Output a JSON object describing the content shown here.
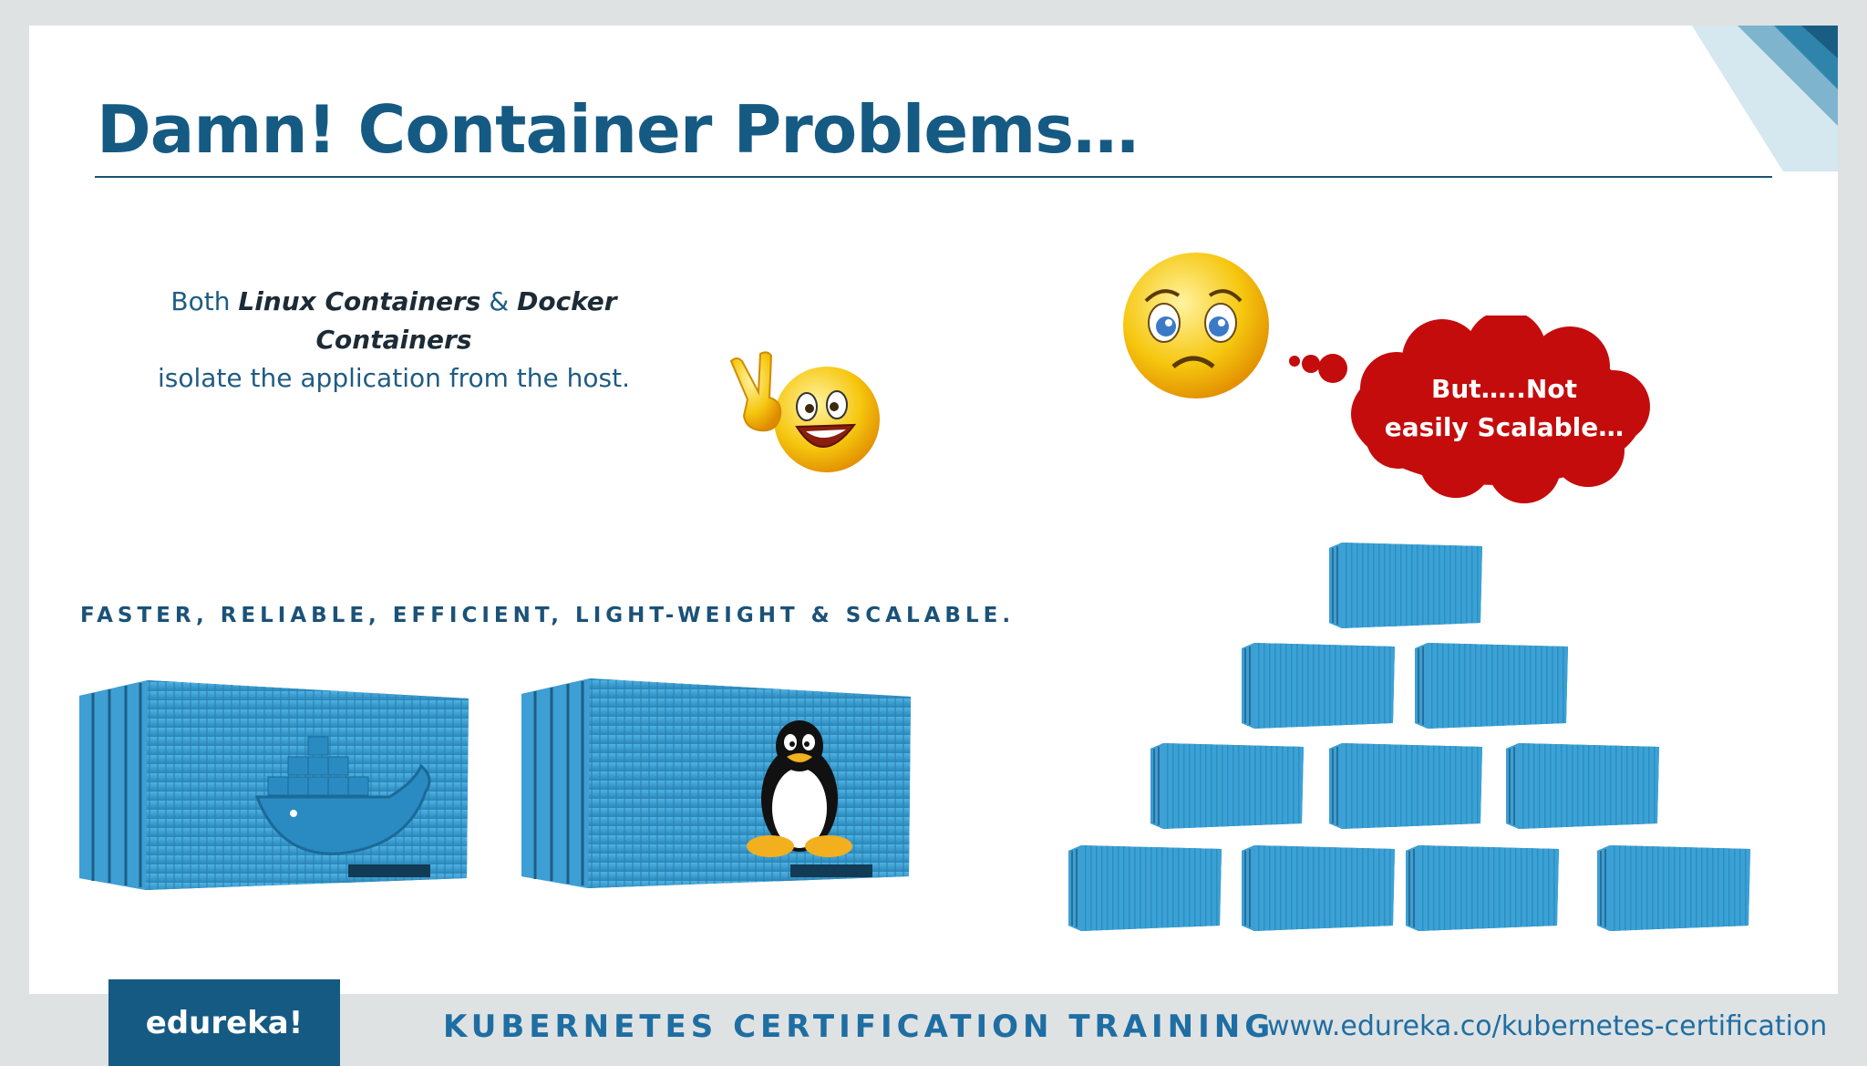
{
  "slide": {
    "title": "Damn!  Container Problems…",
    "intro": {
      "prefix": "Both ",
      "term1": "Linux Containers",
      "joiner": " & ",
      "term2": "Docker Containers",
      "line2": "isolate the application from the host."
    },
    "tagline": "FASTER, RELIABLE, EFFICIENT, LIGHT-WEIGHT & SCALABLE.",
    "thought_bubble": {
      "line1": "But…..Not",
      "line2": "easily Scalable…"
    },
    "container_pyramid_rows": [
      1,
      2,
      3,
      4
    ],
    "icons": [
      "smiley-peace-icon",
      "worried-smiley-icon",
      "docker-whale-icon",
      "linux-penguin-icon"
    ]
  },
  "footer": {
    "logo": "edureka!",
    "course": "KUBERNETES CERTIFICATION TRAINING",
    "url": "www.edureka.co/kubernetes-certification"
  },
  "colors": {
    "title_blue": "#155a83",
    "container_blue": "#3aa2d6",
    "thought_red": "#c40c0c",
    "footer_blue": "#1e6ea3",
    "smiley_yellow": "#f6c70f"
  }
}
